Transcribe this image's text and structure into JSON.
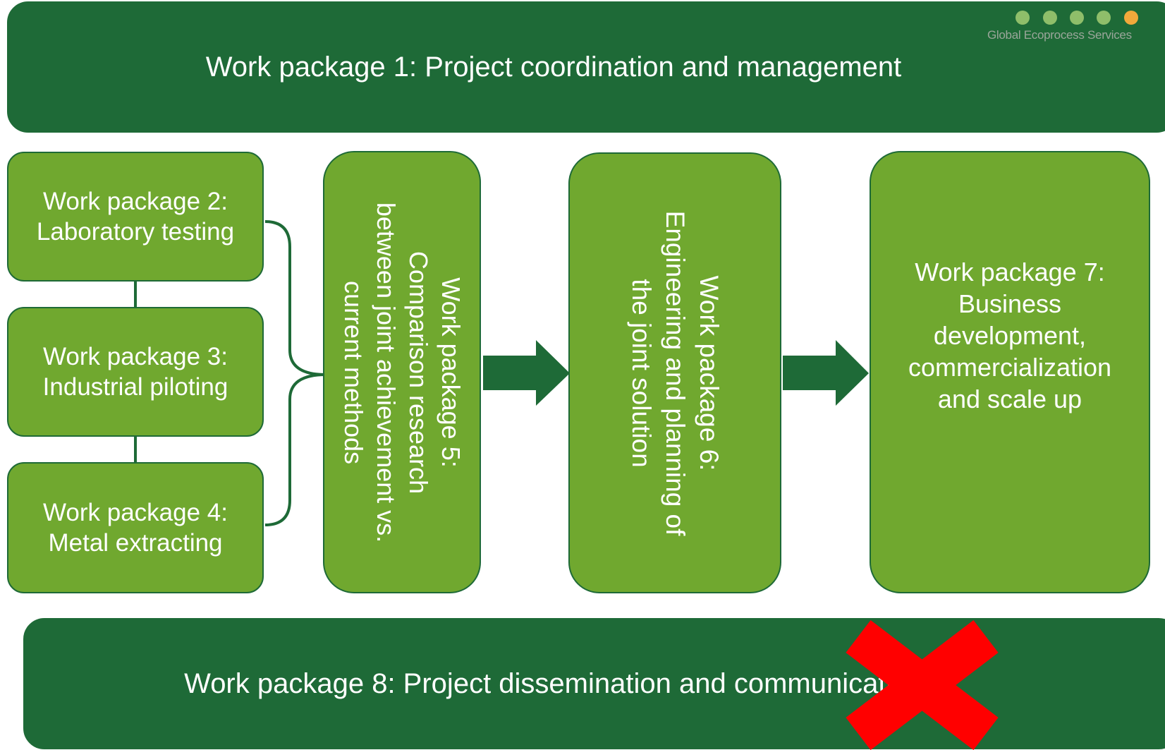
{
  "wp1": "Work package 1: Project coordination and management",
  "wp2": [
    "Work package 2:",
    "Laboratory testing"
  ],
  "wp3": [
    "Work package 3:",
    "Industrial piloting"
  ],
  "wp4": [
    "Work package 4:",
    "Metal extracting"
  ],
  "wp5": [
    "Work package 5:",
    "Comparison research",
    "between joint achievement vs.",
    "current methods"
  ],
  "wp6": [
    "Work package 6:",
    "Engineering and planning of",
    "the joint solution"
  ],
  "wp7": [
    "Work package 7:",
    "Business",
    "development,",
    "commercialization",
    "and scale up"
  ],
  "wp8": "Work package 8: Project dissemination and communication",
  "logo": {
    "text": "Global Ecoprocess Services",
    "dot_colors": [
      "#8fbe6a",
      "#8fbe6a",
      "#8fbe6a",
      "#8fbe6a",
      "#f2a93b"
    ]
  },
  "colors": {
    "dark_green": "#1e6a37",
    "light_green": "#70a82f",
    "cross": "#ff0000"
  }
}
